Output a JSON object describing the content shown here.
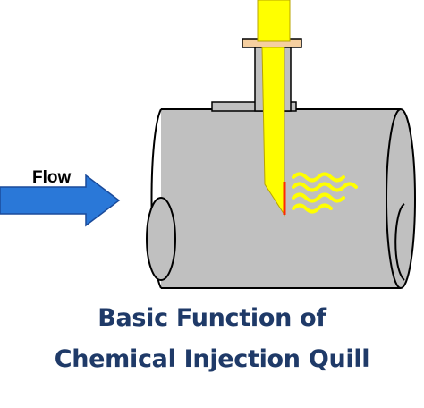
{
  "diagram": {
    "flow_label": "Flow",
    "caption_line_1": "Basic Function of",
    "caption_line_2": "Chemical Injection Quill"
  },
  "colors": {
    "pipe_fill": "#c0c0c0",
    "pipe_outline": "#000000",
    "quill_yellow": "#ffff00",
    "quill_outline": "#b8a400",
    "arrow_blue": "#2a78d8",
    "arrow_outline": "#1a4a9a",
    "flange": "#f5cfa0",
    "injection_tip": "#ff2a00",
    "caption_text": "#1f3a68"
  }
}
